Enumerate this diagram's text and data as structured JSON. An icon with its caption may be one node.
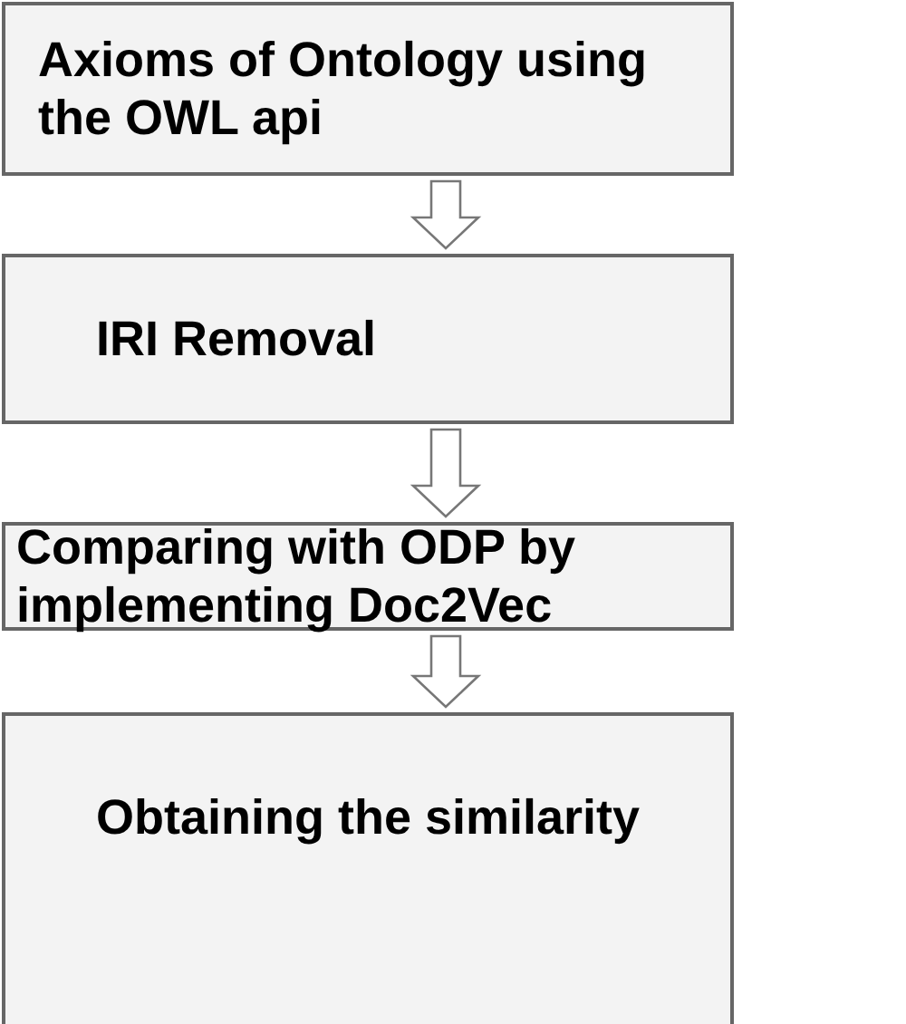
{
  "diagram": {
    "nodes": [
      {
        "text": [
          "Axioms of Ontology using the OWL api"
        ]
      },
      {
        "text": [
          "IRI Removal"
        ]
      },
      {
        "text": [
          "Comparing with ODP by implementing Doc2Vec"
        ]
      },
      {
        "text": [
          "Obtaining the similarity"
        ]
      }
    ],
    "edges": [
      {
        "from": 0,
        "to": 1,
        "arrow": "to"
      },
      {
        "from": 1,
        "to": 2,
        "arrow": "to"
      },
      {
        "from": 2,
        "to": 3,
        "arrow": "to"
      }
    ]
  }
}
